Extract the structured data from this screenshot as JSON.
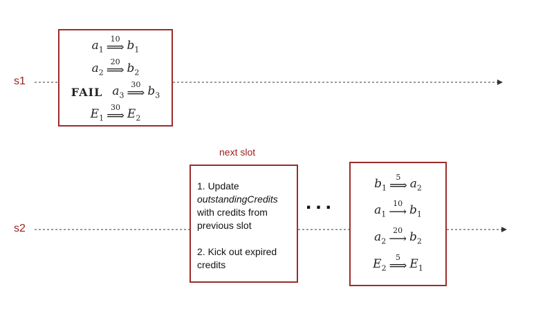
{
  "lanes": [
    {
      "label": "s1"
    },
    {
      "label": "s2"
    }
  ],
  "box_s1": {
    "rows": [
      {
        "prefix": "",
        "from": "a",
        "from_sub": "1",
        "value": "10",
        "to": "b",
        "to_sub": "1"
      },
      {
        "prefix": "",
        "from": "a",
        "from_sub": "2",
        "value": "20",
        "to": "b",
        "to_sub": "2"
      },
      {
        "prefix": "FAIL",
        "from": "a",
        "from_sub": "3",
        "value": "30",
        "to": "b",
        "to_sub": "3"
      },
      {
        "prefix": "",
        "from": "E",
        "from_sub": "1",
        "value": "30",
        "to": "E",
        "to_sub": "2"
      }
    ]
  },
  "next_slot": {
    "label": "next slot",
    "step1_prefix": "1. Update",
    "step1_term": "outstandingCredits",
    "step1_rest_line1": "with credits from",
    "step1_rest_line2": "previous slot",
    "step2_line1": "2. Kick out expired",
    "step2_line2": "credits"
  },
  "ellipsis": "...",
  "box_s2": {
    "rows": [
      {
        "prefix": "",
        "from": "b",
        "from_sub": "1",
        "value": "5",
        "to": "a",
        "to_sub": "2",
        "arrow": "double"
      },
      {
        "prefix": "",
        "from": "a",
        "from_sub": "1",
        "value": "10",
        "to": "b",
        "to_sub": "1",
        "arrow": "single"
      },
      {
        "prefix": "",
        "from": "a",
        "from_sub": "2",
        "value": "20",
        "to": "b",
        "to_sub": "2",
        "arrow": "single"
      },
      {
        "prefix": "",
        "from": "E",
        "from_sub": "2",
        "value": "5",
        "to": "E",
        "to_sub": "1",
        "arrow": "double"
      }
    ]
  },
  "colors": {
    "accent": "#9c1c1c",
    "box_border": "#9c2a2a",
    "line": "#333333"
  }
}
